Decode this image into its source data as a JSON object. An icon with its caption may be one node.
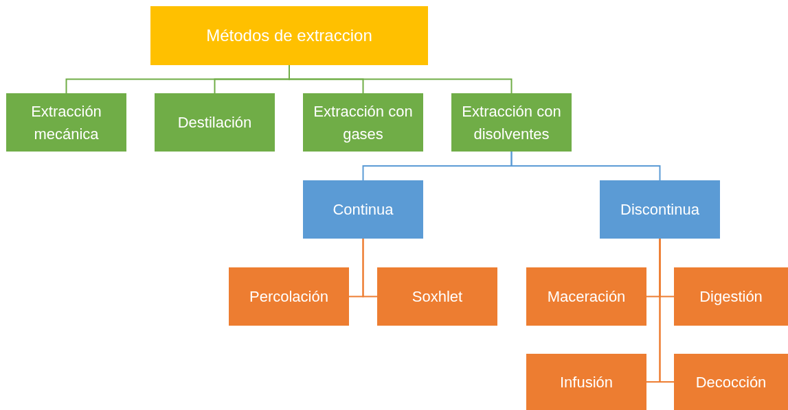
{
  "diagram": {
    "nodes": [
      {
        "text": [
          "Métodos de extraccion"
        ]
      },
      {
        "text": [
          "Extracción mecánica"
        ]
      },
      {
        "text": [
          "Destilación"
        ]
      },
      {
        "text": [
          "Extracción con gases"
        ]
      },
      {
        "text": [
          "Extracción con disolventes"
        ]
      },
      {
        "text": [
          "Continua"
        ]
      },
      {
        "text": [
          "Discontinua"
        ]
      },
      {
        "text": [
          "Percolación"
        ]
      },
      {
        "text": [
          "Soxhlet"
        ]
      },
      {
        "text": [
          "Maceración"
        ]
      },
      {
        "text": [
          "Digestión"
        ]
      },
      {
        "text": [
          "Infusión"
        ]
      },
      {
        "text": [
          "Decocción"
        ]
      }
    ],
    "edges": [
      {
        "from": 0,
        "to": 1,
        "arrow": "none",
        "color": "#70ad47"
      },
      {
        "from": 0,
        "to": 2,
        "arrow": "none",
        "color": "#70ad47"
      },
      {
        "from": 0,
        "to": 3,
        "arrow": "none",
        "color": "#70ad47"
      },
      {
        "from": 0,
        "to": 4,
        "arrow": "none",
        "color": "#70ad47"
      },
      {
        "from": 4,
        "to": 5,
        "arrow": "none",
        "color": "#5b9bd5"
      },
      {
        "from": 4,
        "to": 6,
        "arrow": "none",
        "color": "#5b9bd5"
      },
      {
        "from": 5,
        "to": 7,
        "arrow": "none"
      },
      {
        "from": 5,
        "to": 8,
        "arrow": "none"
      },
      {
        "from": 6,
        "to": 9,
        "arrow": "none"
      },
      {
        "from": 6,
        "to": 10,
        "arrow": "none"
      },
      {
        "from": 6,
        "to": 11,
        "arrow": "none"
      },
      {
        "from": 6,
        "to": 12,
        "arrow": "none"
      }
    ]
  }
}
